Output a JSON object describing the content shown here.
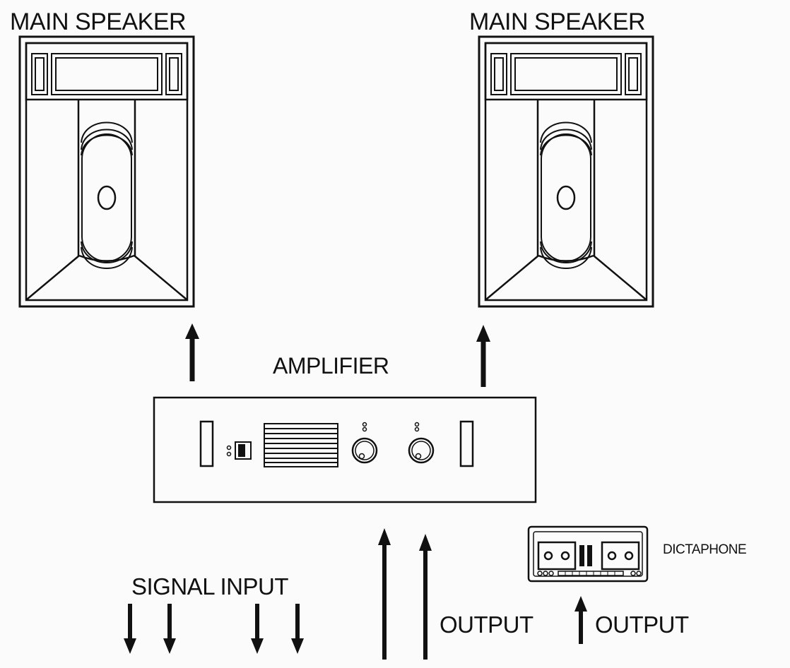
{
  "labels": {
    "speaker_left": "MAIN SPEAKER",
    "speaker_right": "MAIN SPEAKER",
    "amplifier": "AMPLIFIER",
    "signal_input": "SIGNAL INPUT",
    "output_1": "OUTPUT",
    "output_2": "OUTPUT",
    "dictaphone": "DICTAPHONE"
  },
  "colors": {
    "line": "#111111",
    "background": "#fbfbfb"
  }
}
